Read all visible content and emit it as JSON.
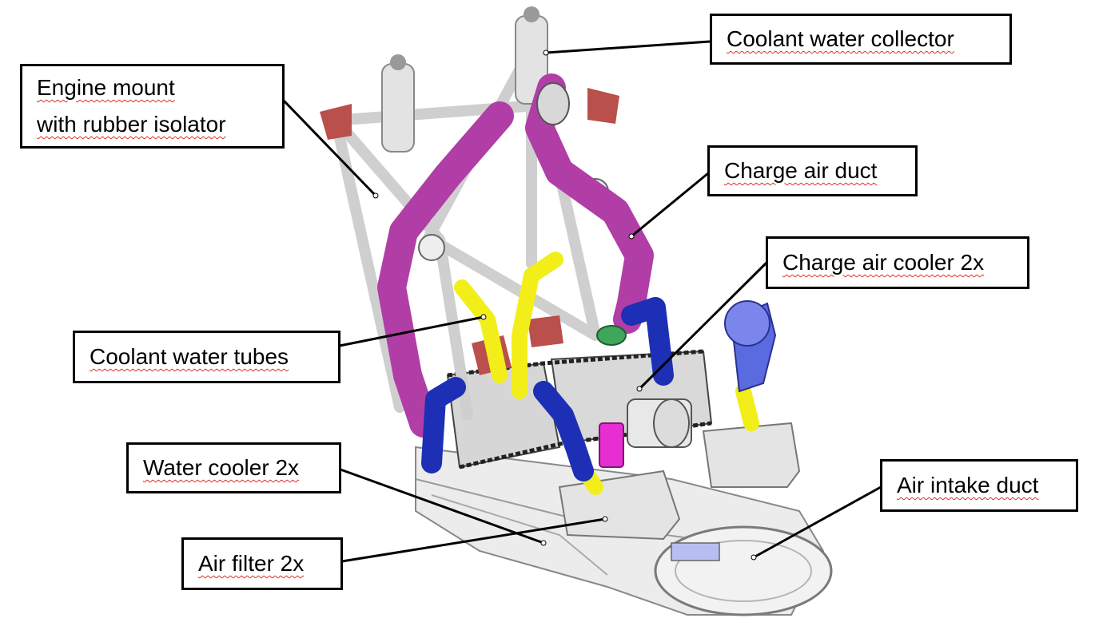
{
  "labels": {
    "coolant_water_collector": "Coolant water collector",
    "engine_mount_line1": "Engine mount",
    "engine_mount_line2": "with rubber isolator",
    "charge_air_duct": "Charge air duct",
    "charge_air_cooler": "Charge air cooler 2x",
    "coolant_water_tubes": "Coolant water tubes",
    "water_cooler": "Water cooler 2x",
    "air_intake_duct": "Air intake duct",
    "air_filter": "Air filter 2x"
  },
  "colors": {
    "charge_air_duct": "#b03ea6",
    "coolant_tube_yellow": "#f2ee1a",
    "coolant_tube_blue": "#1c2fb5",
    "frame_grey": "#d8d8d8",
    "cooler_core": "#cfcfcf",
    "mount_red": "#b9504b",
    "connector_magenta": "#e62ed3",
    "intake_blue": "#5a6be0"
  }
}
